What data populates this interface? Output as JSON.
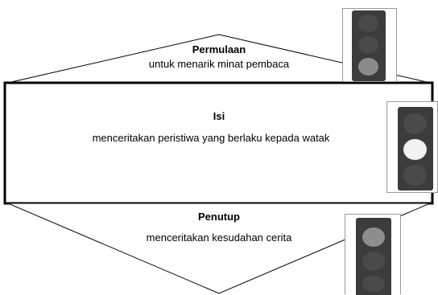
{
  "sections": [
    {
      "title": "Permulaan",
      "description": "untuk menarik minat pembaca",
      "active_lamp": "bottom",
      "active_color": "#8a8a8a"
    },
    {
      "title": "Isi",
      "description": "menceritakan peristiwa yang berlaku kepada watak",
      "active_lamp": "middle",
      "active_color": "#f2f2f2"
    },
    {
      "title": "Penutup",
      "description": "menceritakan kesudahan cerita",
      "active_lamp": "top",
      "active_color": "#8e8e8e"
    }
  ],
  "colors": {
    "stroke": "#000000",
    "light_body": "#3c3c3c",
    "lamp_off": "#4a4a4a"
  }
}
